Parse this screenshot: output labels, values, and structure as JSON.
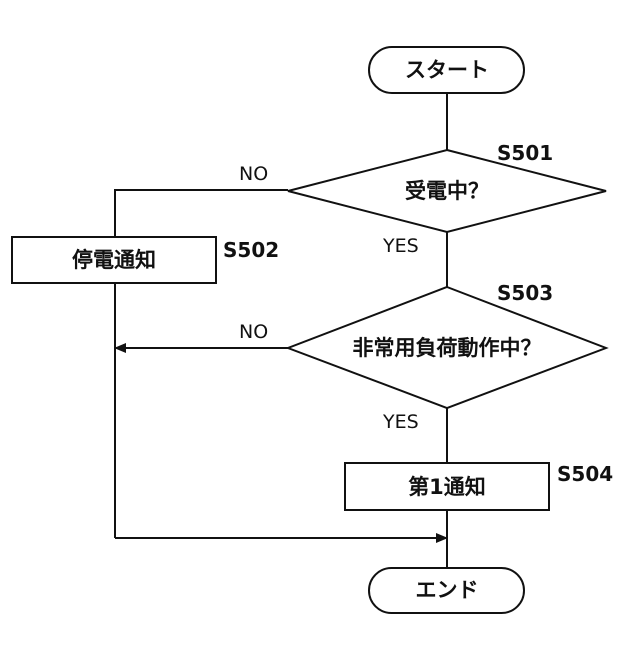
{
  "flowchart": {
    "start": "スタート",
    "end": "エンド",
    "decision1": {
      "label": "受電中？",
      "step": "S501",
      "no": "NO",
      "yes": "YES"
    },
    "process1": {
      "label": "停電通知",
      "step": "S502"
    },
    "decision2": {
      "label": "非常用負荷動作中？",
      "step": "S503",
      "no": "NO",
      "yes": "YES"
    },
    "process2": {
      "label": "第1通知",
      "step": "S504"
    }
  }
}
